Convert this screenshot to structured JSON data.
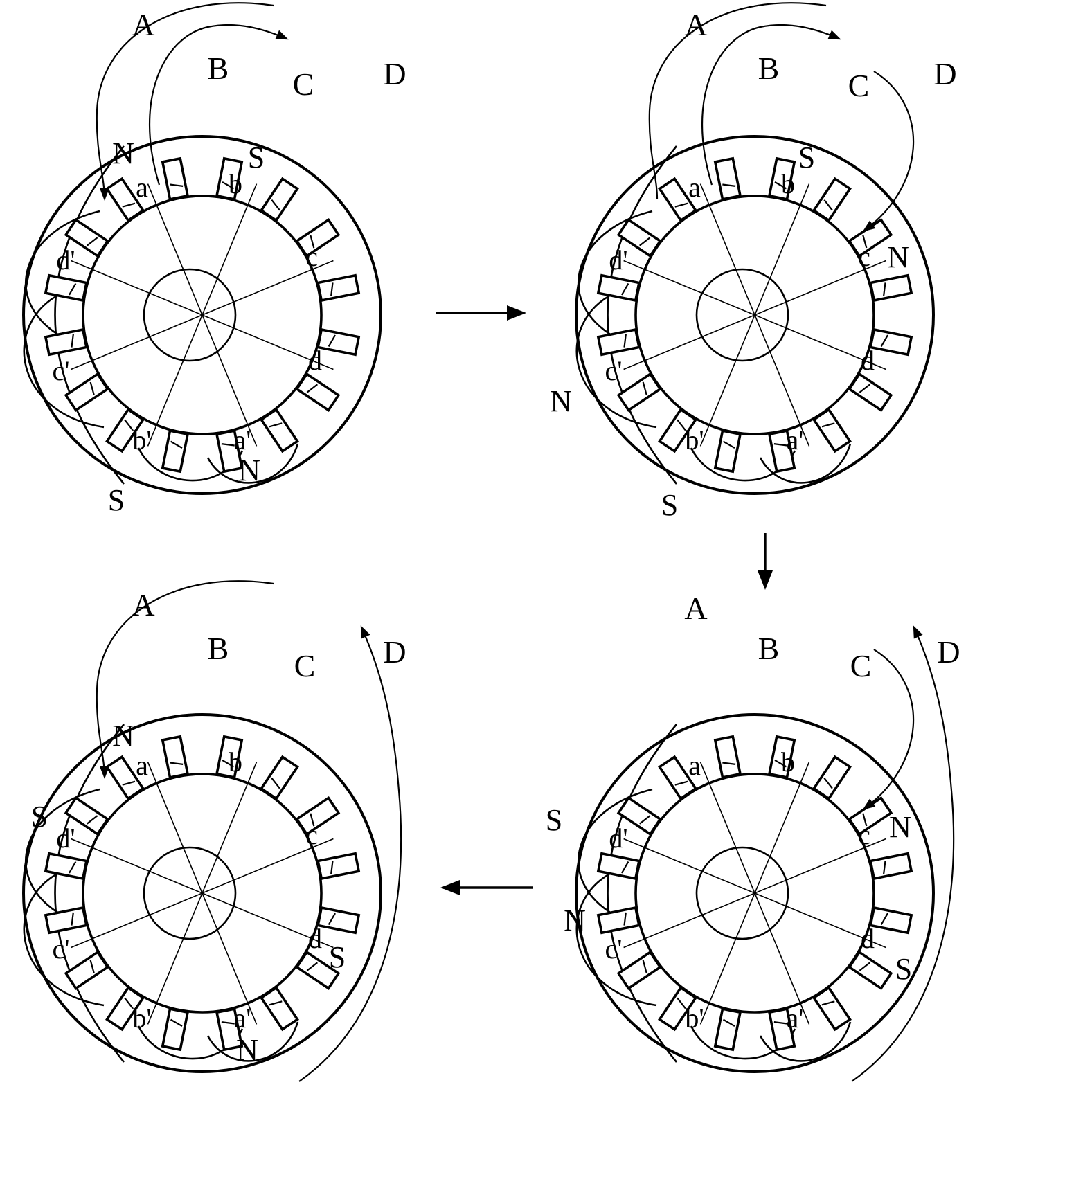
{
  "diagrams": {
    "top_left": {
      "phases": [
        "A",
        "B",
        "C",
        "D"
      ],
      "slots": [
        "a",
        "b",
        "c",
        "d",
        "d'",
        "c'",
        "b'",
        "a'"
      ],
      "poles": [
        "N",
        "S",
        "N",
        "S"
      ]
    },
    "top_right": {
      "phases": [
        "A",
        "B",
        "C",
        "D"
      ],
      "slots": [
        "a",
        "b",
        "c",
        "d",
        "d'",
        "c'",
        "b'",
        "a'"
      ],
      "poles": [
        "S",
        "N",
        "N",
        "S"
      ]
    },
    "bottom_left": {
      "phases": [
        "A",
        "B",
        "C",
        "D"
      ],
      "slots": [
        "a",
        "b",
        "c",
        "d",
        "d'",
        "c'",
        "b'",
        "a'"
      ],
      "poles": [
        "N",
        "S",
        "S",
        "N"
      ]
    },
    "bottom_right": {
      "phases": [
        "A",
        "B",
        "C",
        "D"
      ],
      "slots": [
        "a",
        "b",
        "c",
        "d",
        "d'",
        "c'",
        "b'",
        "a'"
      ],
      "poles": [
        "S",
        "N",
        "N",
        "S"
      ]
    }
  }
}
